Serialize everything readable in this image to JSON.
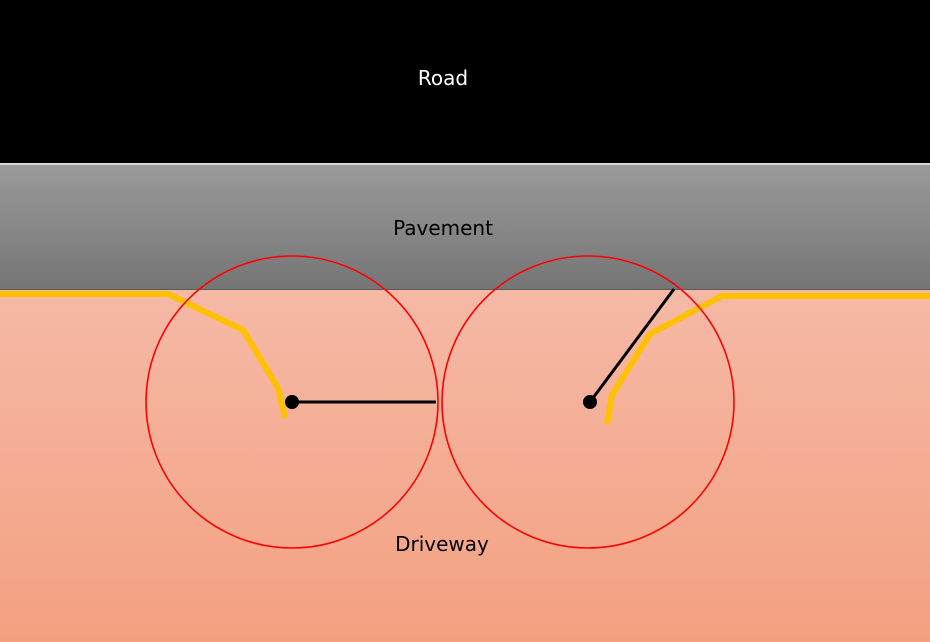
{
  "labels": {
    "road": "Road",
    "pavement": "Pavement",
    "driveway": "Driveway"
  },
  "colors": {
    "road": "#000000",
    "pavement_top": "#9a9a9a",
    "pavement_bottom": "#757575",
    "driveway_top": "#f5b9a6",
    "driveway_bottom": "#f4a080",
    "boundary_line": "#ffc000",
    "circle_stroke": "#ff0000",
    "radius_line": "#000000",
    "road_label_text": "#ffffff",
    "other_label_text": "#000000"
  }
}
